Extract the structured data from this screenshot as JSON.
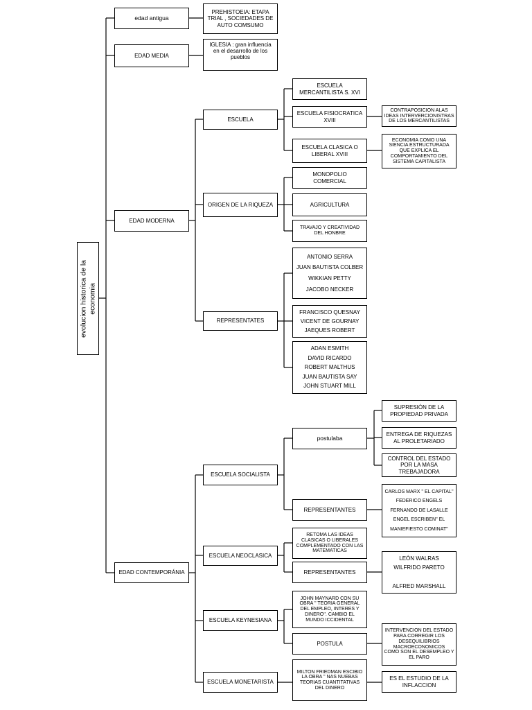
{
  "root": {
    "title": "evolucion historica de la economia"
  },
  "nodes": {
    "edad_antigua": "edad antigua",
    "prehistoria": [
      "PREHISTOEIA: ETAPA",
      "TRIAL , SOCIEDADES DE",
      "AUTO COMSUMO"
    ],
    "edad_media": "EDAD MEDIA",
    "iglesia": [
      "IGLESIA : gran influencia",
      "en el desarrollo de los",
      "pueblos"
    ],
    "edad_moderna": "EDAD MODERNA",
    "escuela": "ESCUELA",
    "mercantilista": [
      "ESCUELA",
      "MERCANTILISTA S. XVI"
    ],
    "fisiocratica": [
      "ESCUELA FISIOCRATICA",
      "XVIII"
    ],
    "contraposicion": [
      "CONTRAPOSICION ALAS",
      "IDEAS INTERVERCIONISTRAS",
      "DE LOS MERCANTILISTAS"
    ],
    "clasica": [
      "ESCUELA CLASICA O",
      "LIBERAL XVIII"
    ],
    "economia_ciencia": [
      "ECONOMIA COMO UNA",
      "SIENCIA ESTRUCTURADA",
      "QUE EXPLICA  EL",
      "COMPORTAMIENTO DEL",
      "SISTEMA CAPITALISTA"
    ],
    "origen_riqueza": "ORIGEN DE LA RIQUEZA",
    "monopolio": [
      "MONOPOLIO",
      "COMERCIAL"
    ],
    "agricultura": "AGRICULTURA",
    "trabajo": [
      "TRAVAJO Y CREATIVIDAD",
      "DEL HONBRE"
    ],
    "representantes_moderna": "REPRESENTATES",
    "rep_mercantilistas": [
      "ANTONIO SERRA",
      "JUAN BAUTISTA COLBER",
      "WIKKIAN PETTY",
      "JACOBO NECKER"
    ],
    "rep_fisiocratas": [
      "FRANCISCO QUESNAY",
      "VICENT DE GOURNAY",
      "JAEQUES  ROBERT"
    ],
    "rep_clasicos": [
      "ADAN ESMITH",
      "DAVID RICARDO",
      "ROBERT MALTHUS",
      "JUAN BAUTISTA SAY",
      "JOHN STUART MILL"
    ],
    "edad_contemporanea": "EDAD CONTEMPORÁNIA",
    "escuela_socialista": "ESCUELA SOCIALISTA",
    "postulaba": "postulaba",
    "supresion": [
      "SUPRESIÓN DE LA",
      "PROPIEDAD PRIVADA"
    ],
    "entrega": [
      "ENTREGA DE RIQUEZAS",
      "AL PROLETARIADO"
    ],
    "control": [
      "CONTROL DEL ESTADO",
      "POR LA MASA",
      "TREBAJADORA"
    ],
    "representantes_socialista": "REPRESENTANTES",
    "rep_socialistas": [
      "CARLOS MARX '' EL CAPITAL''",
      "FEDERICO ENGELS",
      "FERNANDO DE LASALLE",
      "ENGEL ESCRIBEN'' EL",
      "MANIEFIESTO COMINAT''"
    ],
    "escuela_neoclasica": "ESCUELA NEOCLASICA",
    "retoma": [
      "RETOMA LAS IDEAS",
      "CLASICAS O LIBERALES",
      "COMPLEMENTADO CON LAS",
      "MATEMATICAS"
    ],
    "representantes_neoclasica": "REPRESENTANTES",
    "rep_neoclasicos": [
      "LEÓN WALRAS",
      "WILFRIDO PARETO",
      "",
      "ALFRED MARSHALL"
    ],
    "escuela_keynesiana": "ESCUELA KEYNESIANA",
    "keynes": [
      "JOHN MAYNARD CON SU",
      "OBRA  '' TEORIA GENERAL",
      "DEL EMPLEO, INTERES Y",
      "DINERO''. CAMBIO  EL",
      "MUNDO ICCIDENTAL"
    ],
    "postula": "POSTULA",
    "intervencion": [
      "INTERVENCION DEL ESTADO",
      "PARA CORREGIR LOS",
      "DESEQUILIBRIOS",
      "MACROECONOMICOS",
      "COMO SON EL DESEMPLEO Y",
      "EL PARO"
    ],
    "escuela_monetarista": "ESCUELA MONETARISTA",
    "friedman": [
      "MILTON FRIEDMAN  ESCIBIO",
      "LA OBRA '' NAS NUEBAS",
      "TEORIAS CUANTITATIVAS",
      "DEL  DINERO"
    ],
    "inflaccion": [
      "ES EL ESTUDIO DE LA",
      "INFLACCION"
    ]
  },
  "colors": {
    "line": "#000000",
    "box_fill": "#ffffff",
    "text": "#000000"
  }
}
